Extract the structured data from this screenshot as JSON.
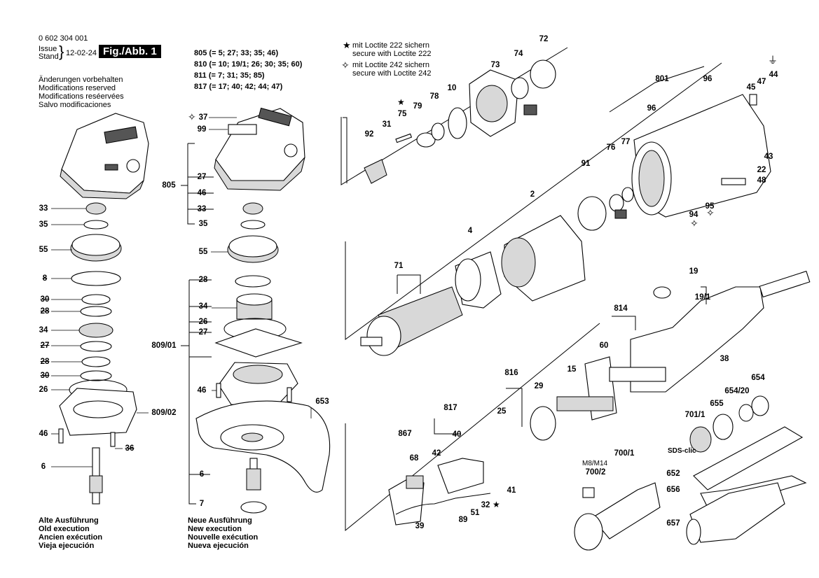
{
  "header": {
    "part_number": "0 602 304 001",
    "issue_word": "Issue",
    "stand_word": "Stand",
    "date": "12-02-24",
    "fig_label": "Fig./Abb. 1",
    "modifications": [
      "Änderungen vorbehalten",
      "Modifications reserved",
      "Modifications reséervées",
      "Salvo modificaciones"
    ]
  },
  "kits": [
    {
      "num": "805",
      "contents": "(= 5; 27; 33; 35; 46)"
    },
    {
      "num": "810",
      "contents": "(= 10; 19/1; 26; 30; 35; 60)"
    },
    {
      "num": "811",
      "contents": "(= 7; 31; 35; 85)"
    },
    {
      "num": "817",
      "contents": "(= 17; 40; 42; 44; 47)"
    }
  ],
  "loctite": [
    {
      "symbol": "★",
      "line1": "mit Loctite 222 sichern",
      "line2": "secure with Loctite 222"
    },
    {
      "symbol": "✧",
      "line1": "mit Loctite 242 sichern",
      "line2": "secure with Loctite 242"
    }
  ],
  "footer": {
    "old": [
      "Alte Ausführung",
      "Old execution",
      "Ancien exécution",
      "Vieja ejecución"
    ],
    "new": [
      "Neue Ausführung",
      "New execution",
      "Nouvelle exécution",
      "Nueva ejecución"
    ]
  },
  "special": {
    "sds": "SDS-clic",
    "m8": "M8/M14"
  },
  "callouts": {
    "c1": "33",
    "c2": "35",
    "c3": "55",
    "c4": "8",
    "c5": "30",
    "c6": "28",
    "c7": "34",
    "c8": "27",
    "c9": "28",
    "c10": "30",
    "c11": "26",
    "c12": "809/02",
    "c13": "46",
    "c14": "36",
    "c15": "6",
    "c16": "37",
    "c17": "99",
    "c18": "805",
    "c19": "27",
    "c20": "46",
    "c21": "33",
    "c22": "35",
    "c23": "55",
    "c24": "28",
    "c25": "34",
    "c26": "26",
    "c27": "27",
    "c28": "809/01",
    "c29": "46",
    "c30": "653",
    "c31": "6",
    "c32": "7",
    "c33": "92",
    "c34": "31",
    "c35": "75",
    "c36": "79",
    "c37": "78",
    "c38": "10",
    "c39": "73",
    "c40": "74",
    "c41": "72",
    "c42": "801",
    "c43": "96",
    "c44": "96",
    "c45": "76",
    "c46": "77",
    "c47": "45",
    "c48": "47",
    "c49": "44",
    "c50": "43",
    "c51": "22",
    "c52": "48",
    "c53": "94",
    "c54": "95",
    "c55": "91",
    "c56": "2",
    "c57": "4",
    "c58": "71",
    "c59": "19",
    "c60": "19/1",
    "c61": "814",
    "c62": "60",
    "c63": "38",
    "c64": "816",
    "c65": "15",
    "c66": "29",
    "c67": "25",
    "c68": "817",
    "c69": "40",
    "c70": "42",
    "c71": "867",
    "c72": "68",
    "c73": "41",
    "c74": "32",
    "c75": "51",
    "c76": "89",
    "c77": "39",
    "c78": "654",
    "c79": "654/20",
    "c80": "655",
    "c81": "701/1",
    "c82": "700/1",
    "c83": "700/2",
    "c84": "652",
    "c85": "656",
    "c86": "657"
  },
  "symbols": {
    "star": "★",
    "sparkle": "✧",
    "earth": "⏚"
  },
  "icons": [
    "star-icon",
    "sparkle-icon",
    "earth-icon",
    "gear-icon",
    "screw-icon"
  ]
}
